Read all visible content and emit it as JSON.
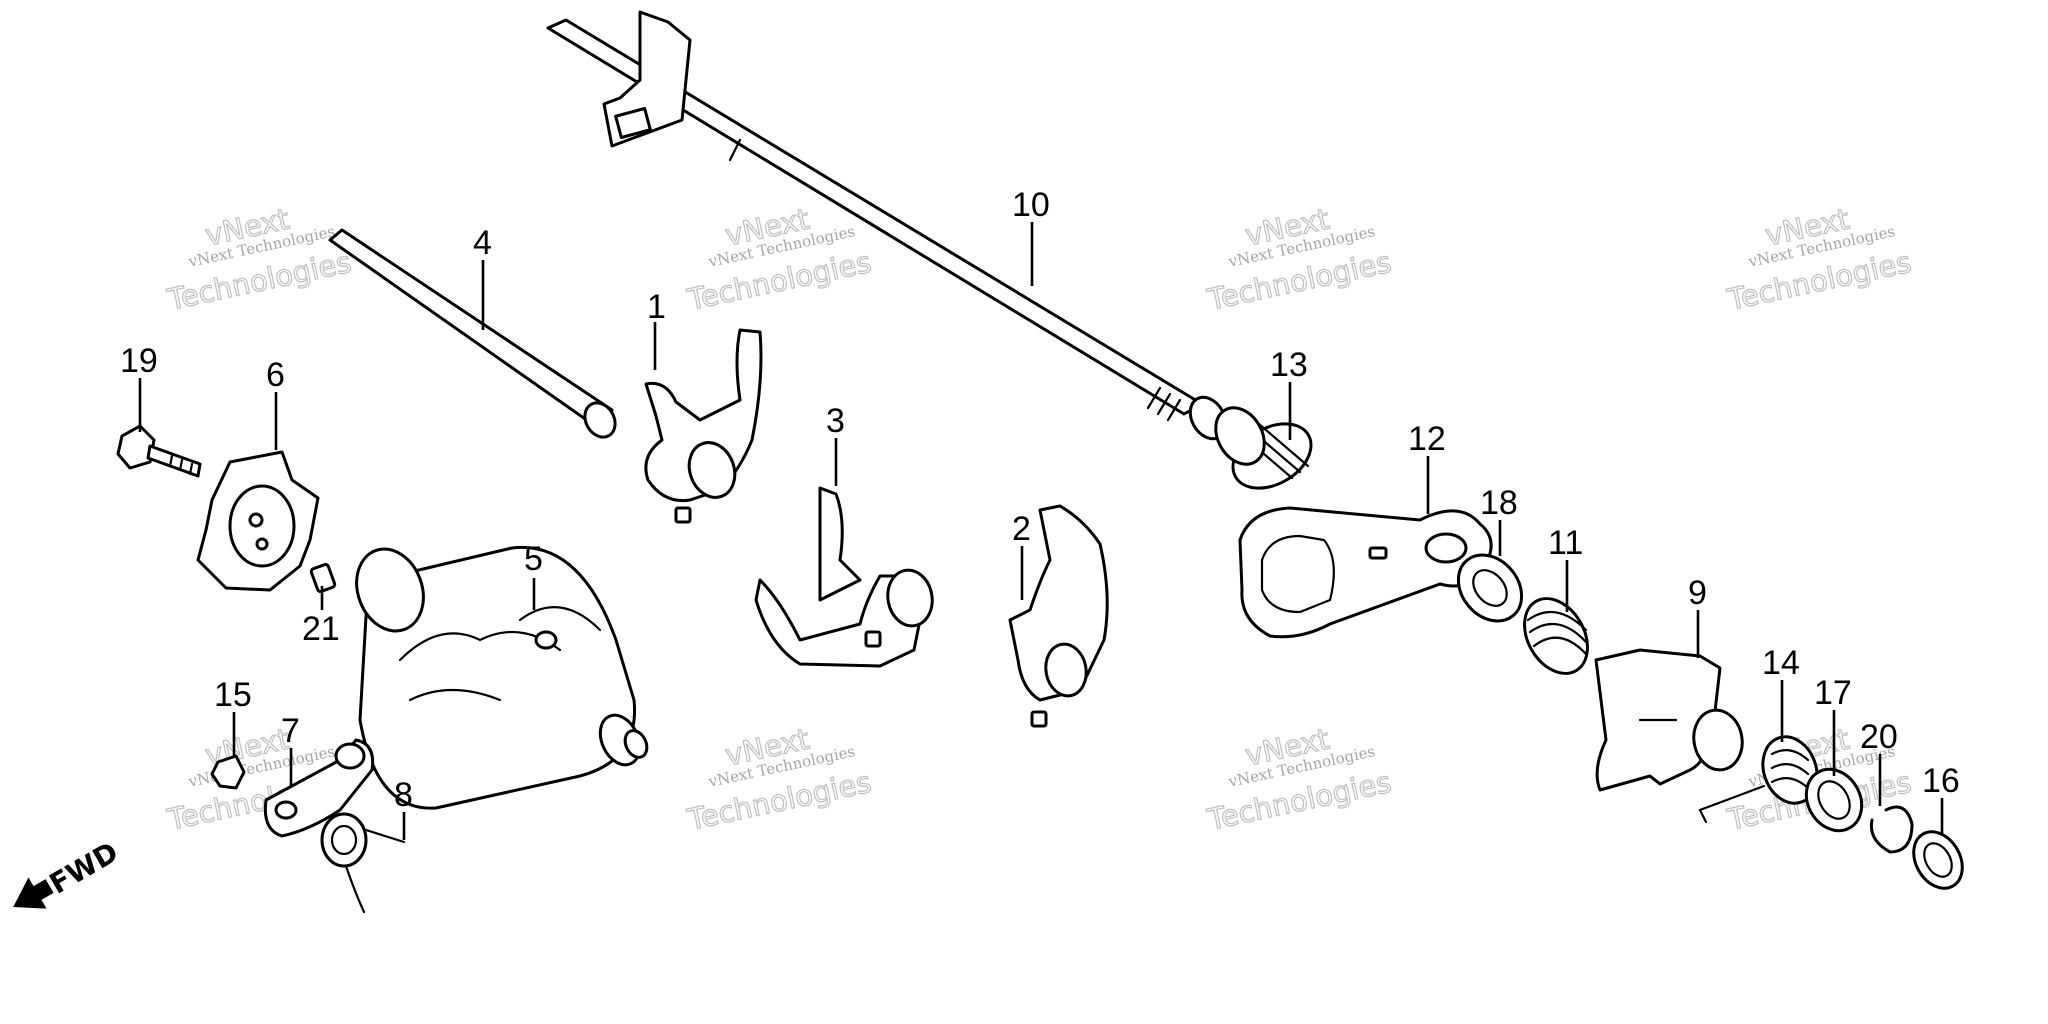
{
  "diagram": {
    "parts": [
      {
        "id": "1",
        "label": "1"
      },
      {
        "id": "2",
        "label": "2"
      },
      {
        "id": "3",
        "label": "3"
      },
      {
        "id": "4",
        "label": "4"
      },
      {
        "id": "5",
        "label": "5"
      },
      {
        "id": "6",
        "label": "6"
      },
      {
        "id": "7",
        "label": "7"
      },
      {
        "id": "8",
        "label": "8"
      },
      {
        "id": "9",
        "label": "9"
      },
      {
        "id": "10",
        "label": "10"
      },
      {
        "id": "11",
        "label": "11"
      },
      {
        "id": "12",
        "label": "12"
      },
      {
        "id": "13",
        "label": "13"
      },
      {
        "id": "14",
        "label": "14"
      },
      {
        "id": "15",
        "label": "15"
      },
      {
        "id": "16",
        "label": "16"
      },
      {
        "id": "17",
        "label": "17"
      },
      {
        "id": "18",
        "label": "18"
      },
      {
        "id": "19",
        "label": "19"
      },
      {
        "id": "20",
        "label": "20"
      },
      {
        "id": "21",
        "label": "21"
      }
    ],
    "direction_label": "FWD",
    "watermark": {
      "line1": "vNext",
      "line2": "vNext Technologies",
      "line3": "Technologies"
    }
  }
}
